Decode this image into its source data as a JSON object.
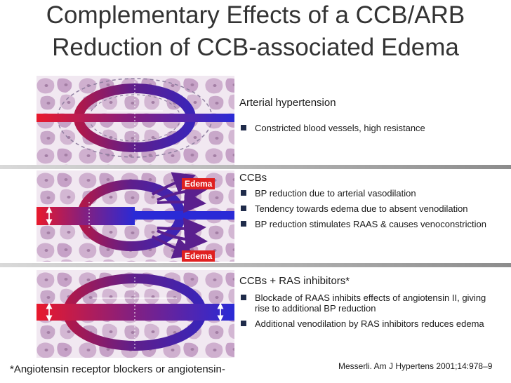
{
  "title": {
    "line1": "Complementary Effects of a CCB/ARB",
    "line2": "Reduction of CCB-associated Edema"
  },
  "panels": [
    {
      "heading": "Arterial hypertension",
      "bullets": [
        "Constricted blood vessels, high resistance"
      ]
    },
    {
      "heading": "CCBs",
      "bullets": [
        "BP reduction due to arterial vasodilation",
        "Tendency towards edema due to absent venodilation",
        "BP reduction stimulates RAAS & causes venoconstriction"
      ],
      "labels": [
        "Edema",
        "Edema"
      ]
    },
    {
      "heading": "CCBs + RAS inhibitors*",
      "bullets": [
        "Blockade of RAAS inhibits effects of angiotensin II, giving rise to additional BP reduction",
        "Additional venodilation by RAS inhibitors reduces edema"
      ]
    }
  ],
  "footnote": "*Angiotensin receptor blockers or angiotensin-",
  "citation": "Messerli. Am J Hypertens 2001;14:978–9",
  "colors": {
    "artery": "#e8192c",
    "vein": "#2727d6",
    "vessel_loop": "#6a1d8a",
    "tissue": "#efe6ef",
    "cell": "#c9a6c9",
    "edema_label": "#e02020"
  }
}
